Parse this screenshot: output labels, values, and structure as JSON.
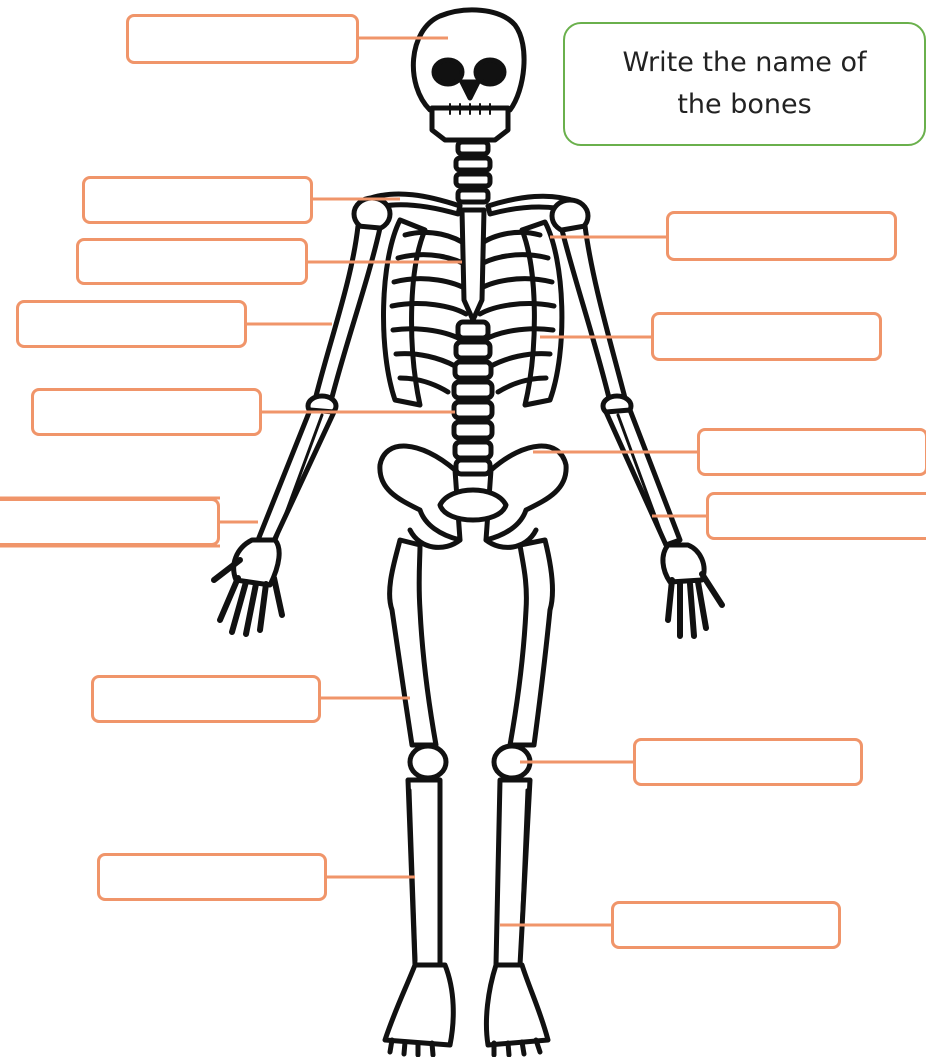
{
  "instruction": {
    "line1": "Write the name of",
    "line2": "the bones"
  },
  "colors": {
    "box_border": "#f0956a",
    "leader_line": "#f0956a",
    "instruction_border": "#6ab04c",
    "bone_outline": "#111111",
    "bone_fill": "#ffffff"
  },
  "label_boxes": [
    {
      "id": "skull",
      "answer": ""
    },
    {
      "id": "clavicle",
      "answer": ""
    },
    {
      "id": "sternum",
      "answer": ""
    },
    {
      "id": "humerus",
      "answer": ""
    },
    {
      "id": "vertebral-column",
      "answer": ""
    },
    {
      "id": "radius",
      "answer": ""
    },
    {
      "id": "femur",
      "answer": ""
    },
    {
      "id": "fibula",
      "answer": ""
    },
    {
      "id": "scapula",
      "answer": ""
    },
    {
      "id": "ribs",
      "answer": ""
    },
    {
      "id": "pelvis",
      "answer": ""
    },
    {
      "id": "ulna",
      "answer": ""
    },
    {
      "id": "patella",
      "answer": ""
    },
    {
      "id": "tibia",
      "answer": ""
    }
  ]
}
